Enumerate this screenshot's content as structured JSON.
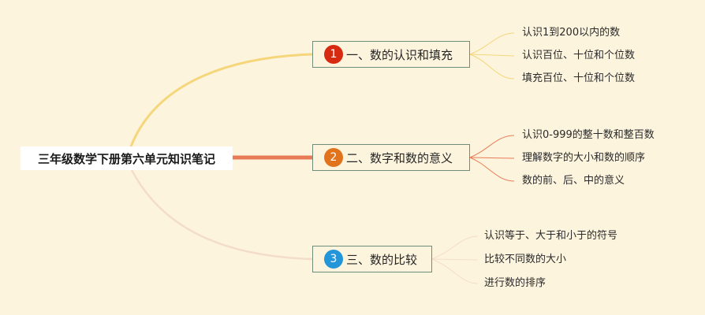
{
  "root": {
    "title": "三年级数学下册第六单元知识笔记"
  },
  "branches": [
    {
      "number": "1",
      "title": "一、数的认识和填充",
      "badge_color": "#d62b10",
      "line_color": "#f5d67a",
      "items": [
        "认识1到200以内的数",
        "认识百位、十位和个位数",
        "填充百位、十位和个位数"
      ]
    },
    {
      "number": "2",
      "title": "二、数字和数的意义",
      "badge_color": "#e0731c",
      "line_color": "#e87b55",
      "items": [
        "认识0-999的整十数和整百数",
        "理解数字的大小和数的顺序",
        "数的前、后、中的意义"
      ]
    },
    {
      "number": "3",
      "title": "三、数的比较",
      "badge_color": "#2395d9",
      "line_color": "#f4dccb",
      "items": [
        "认识等于、大于和小于的符号",
        "比较不同数的大小",
        "进行数的排序"
      ]
    }
  ]
}
